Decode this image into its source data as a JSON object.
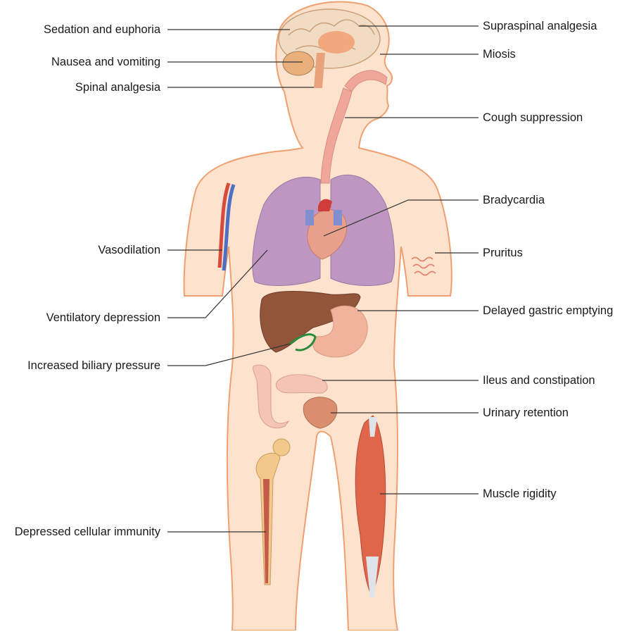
{
  "labels": {
    "sedation": "Sedation and euphoria",
    "nausea": "Nausea and vomiting",
    "spinal": "Spinal analgesia",
    "vasodilation": "Vasodilation",
    "ventilatory": "Ventilatory depression",
    "biliary": "Increased biliary pressure",
    "immunity": "Depressed cellular immunity",
    "supraspinal": "Supraspinal analgesia",
    "miosis": "Miosis",
    "cough": "Cough suppression",
    "bradycardia": "Bradycardia",
    "pruritus": "Pruritus",
    "gastric": "Delayed gastric emptying",
    "ileus": "Ileus and constipation",
    "urinary": "Urinary retention",
    "muscle": "Muscle rigidity"
  },
  "colors": {
    "skin": "#fde3cd",
    "skin_outline": "#f0a070",
    "lung": "#bd97c2",
    "liver": "#93553a",
    "stomach": "#f1b39c",
    "intestine": "#f4c4b5",
    "bladder": "#d98e6e",
    "muscle": "#e0664b",
    "bone": "#f3c98b",
    "heart": "#cf3d3a",
    "artery": "#d84a3c",
    "vein": "#4f6fc4",
    "leader_line": "#333333"
  }
}
